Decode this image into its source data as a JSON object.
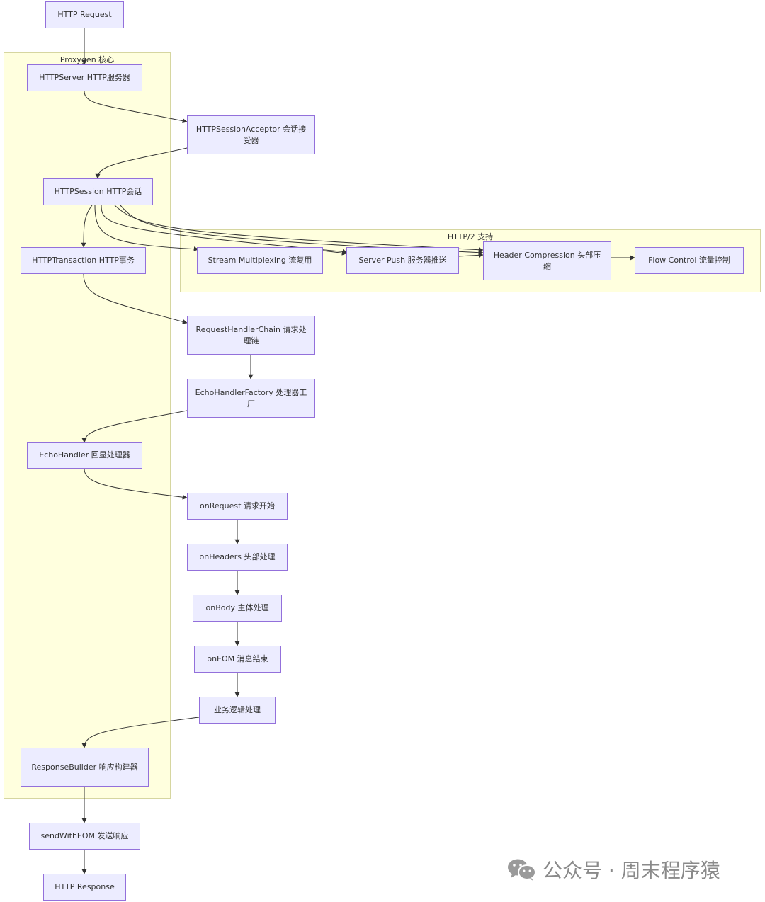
{
  "clusters": {
    "core": "Proxygen 核心",
    "http2": "HTTP/2 支持"
  },
  "nodes": {
    "http_request": "HTTP Request",
    "http_server": "HTTPServer HTTP服务器",
    "session_acceptor": "HTTPSessionAcceptor 会话接受器",
    "http_session": "HTTPSession HTTP会话",
    "http_transaction": "HTTPTransaction HTTP事务",
    "stream_multiplexing": "Stream Multiplexing 流复用",
    "server_push": "Server Push 服务器推送",
    "header_compression": "Header Compression 头部压缩",
    "flow_control": "Flow Control 流量控制",
    "request_handler_chain": "RequestHandlerChain 请求处理链",
    "echo_handler_factory": "EchoHandlerFactory 处理器工厂",
    "echo_handler": "EchoHandler 回显处理器",
    "on_request": "onRequest 请求开始",
    "on_headers": "onHeaders 头部处理",
    "on_body": "onBody 主体处理",
    "on_eom": "onEOM 消息结束",
    "business_logic": "业务逻辑处理",
    "response_builder": "ResponseBuilder 响应构建器",
    "send_with_eom": "sendWithEOM 发送响应",
    "http_response": "HTTP Response"
  },
  "watermark": {
    "text": "公众号 · 周末程序猿",
    "icon": "wechat-icon"
  },
  "colors": {
    "node_fill": "#ececff",
    "node_border": "#9370db",
    "cluster_fill": "#ffffde",
    "cluster_border": "#d6d6a0",
    "edge": "#333333"
  }
}
